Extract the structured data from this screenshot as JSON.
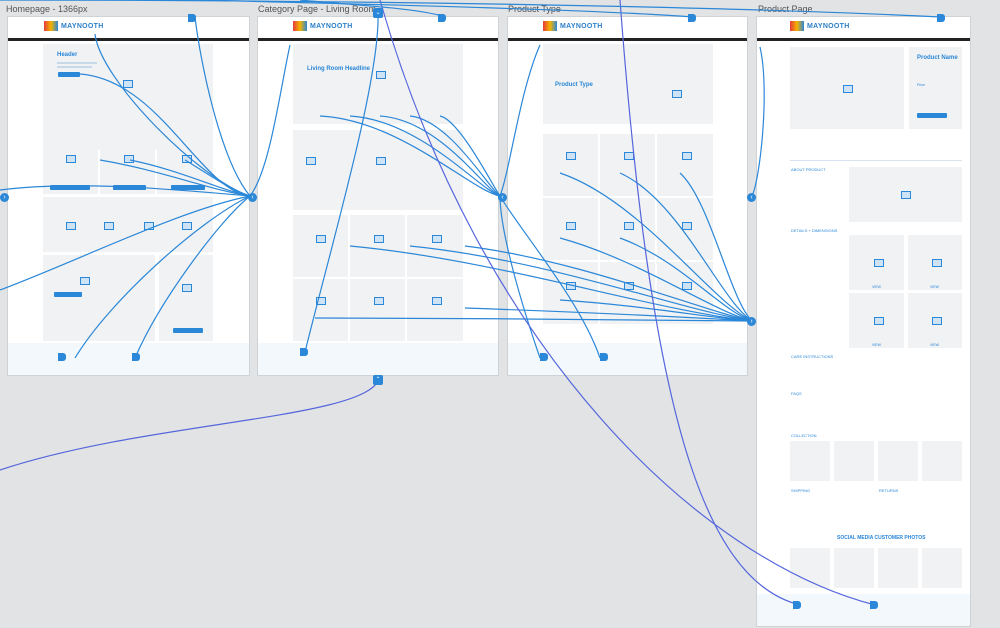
{
  "artboards": {
    "homepage": {
      "label": "Homepage - 1366px",
      "headline": "Header"
    },
    "category": {
      "label": "Category Page - Living Room",
      "headline": "Living Room Headline"
    },
    "product_type": {
      "label": "Product Type",
      "headline": "Product Type"
    },
    "product_page": {
      "label": "Product Page",
      "headline": "Product Name",
      "price_label": "Price",
      "about_label": "ABOUT PRODUCT",
      "details_label": "DETAILS + DIMENSIONS",
      "care_label": "CARE INSTRUCTIONS",
      "faq_label": "FAQS",
      "collection_label": "COLLECTION",
      "shipping_label": "SHIPPING",
      "returns_label": "RETURNS",
      "social_label": "SOCIAL MEDIA CUSTOMER PHOTOS",
      "view_label": "VIEW"
    }
  },
  "brand": {
    "name": "MAYNOOTH",
    "accent": "#2b87d8",
    "wire": "#2b87d8",
    "wire_alt": "#5566dd"
  }
}
